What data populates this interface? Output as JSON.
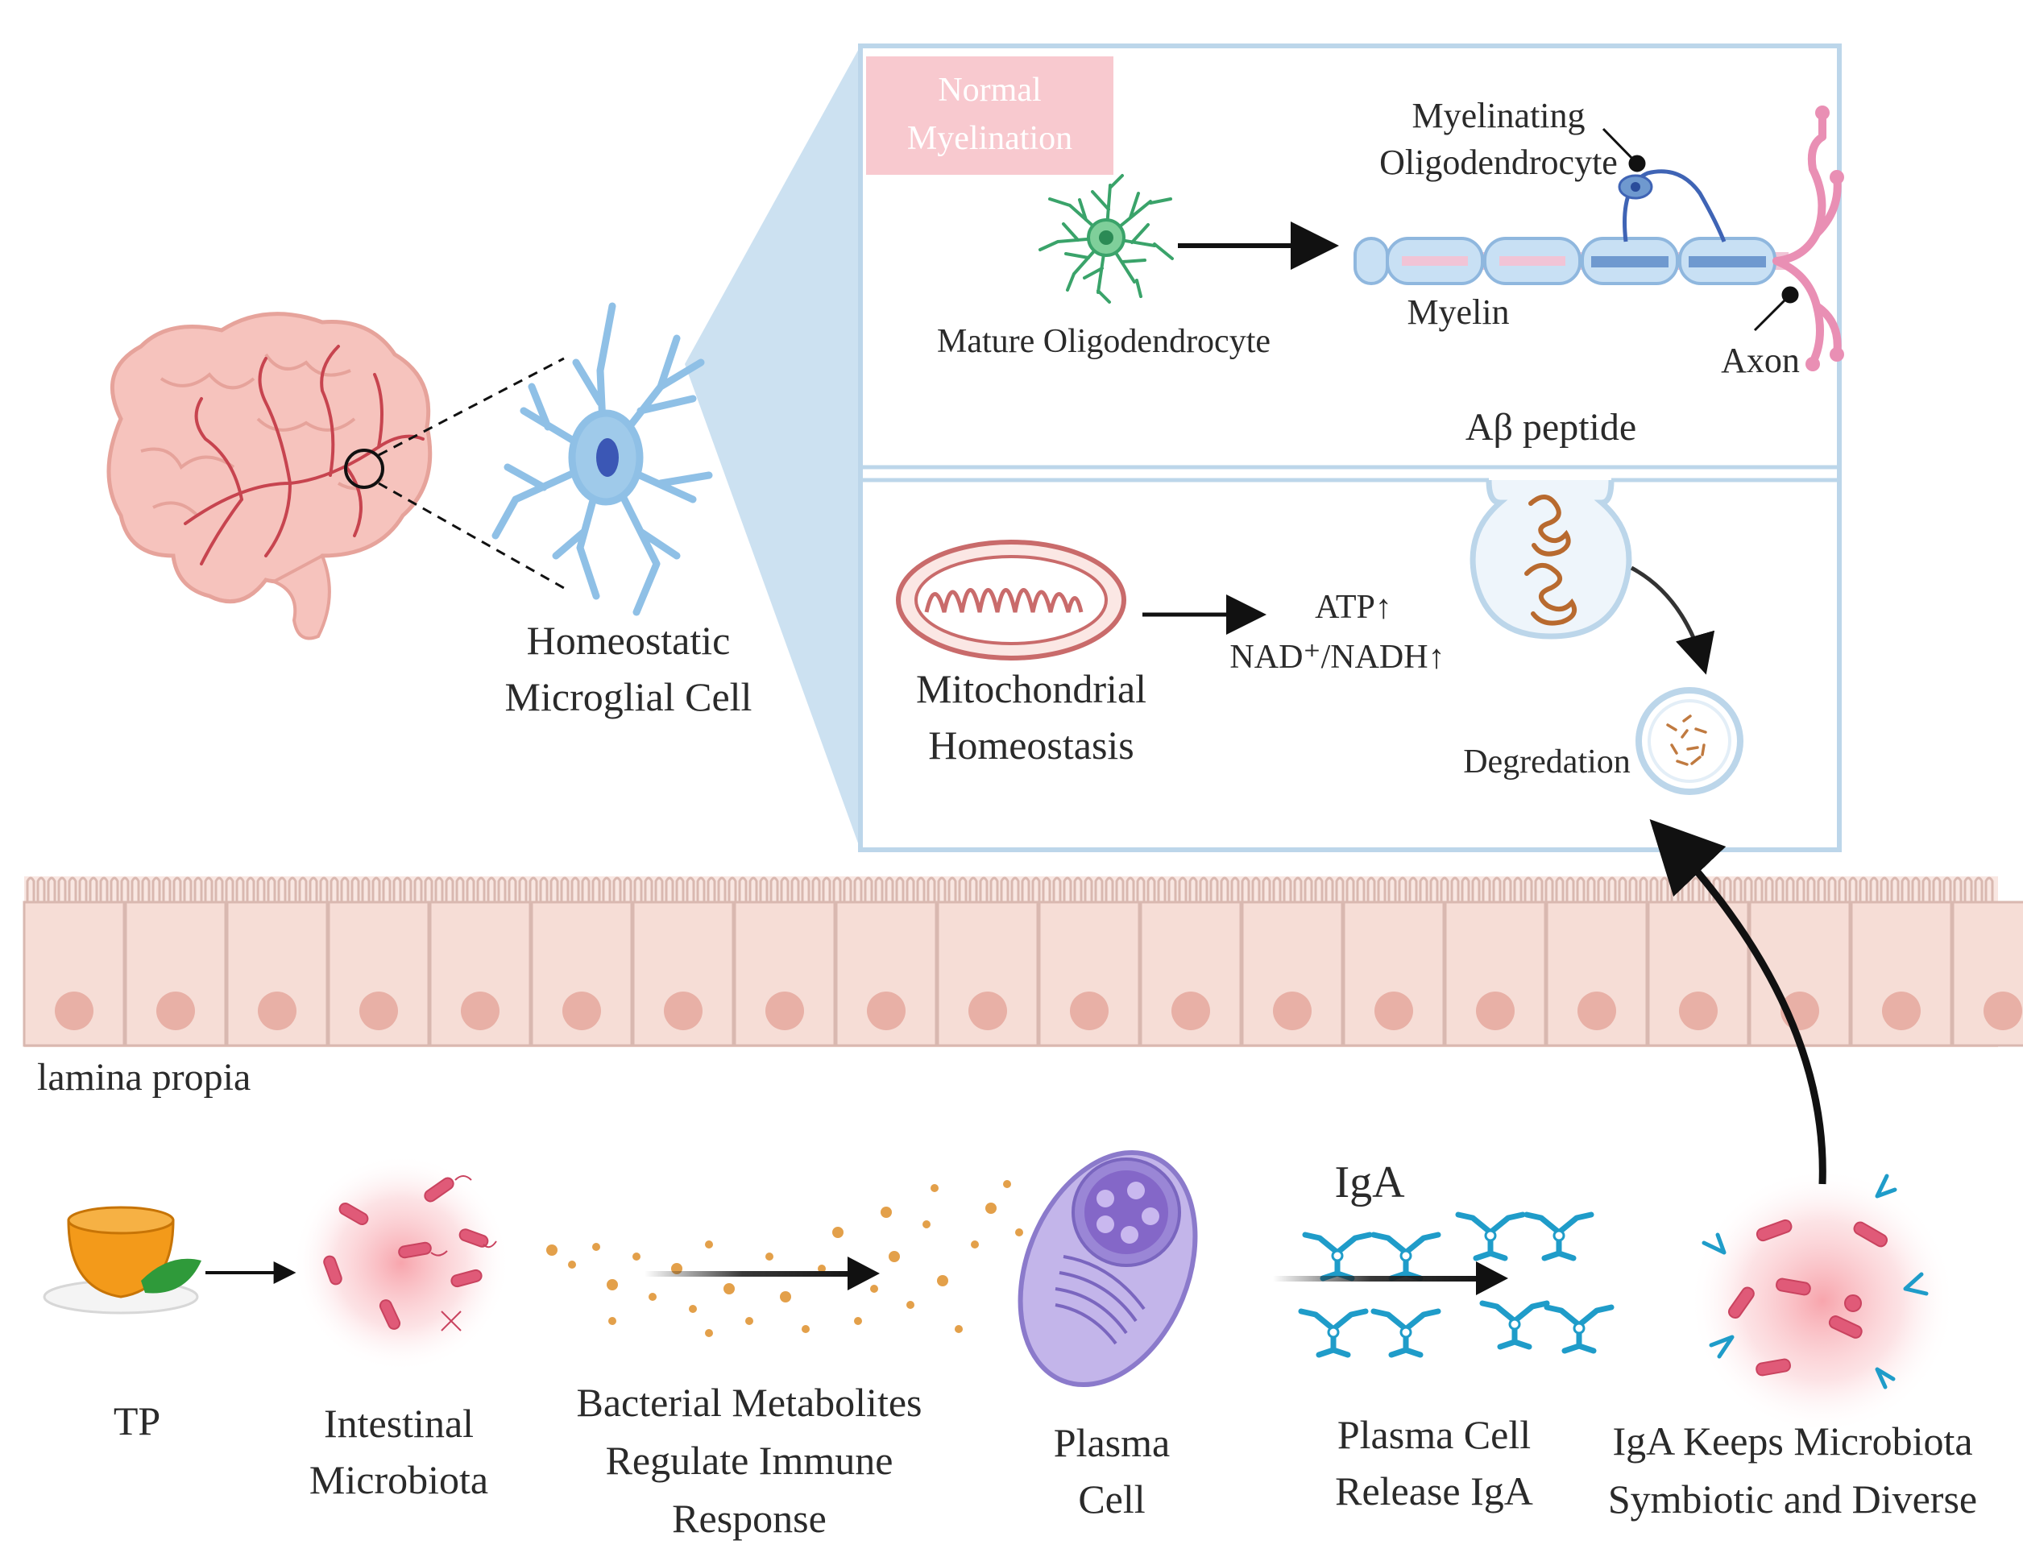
{
  "labels": {
    "normal_myelination_1": "Normal",
    "normal_myelination_2": "Myelination",
    "myelinating_1": "Myelinating",
    "myelinating_2": "Oligodendrocyte",
    "mature_oligo": "Mature Oligodendrocyte",
    "myelin": "Myelin",
    "axon": "Axon",
    "abeta": "Aβ peptide",
    "homeostatic_1": "Homeostatic",
    "homeostatic_2": "Microglial Cell",
    "mito_1": "Mitochondrial",
    "mito_2": "Homeostasis",
    "atp": "ATP↑",
    "nad": "NAD⁺/NADH↑",
    "degradation": "Degredation",
    "lamina": "lamina propia",
    "iga": "IgA",
    "tp": "TP",
    "microbiota_1": "Intestinal",
    "microbiota_2": "Microbiota",
    "metabolites_1": "Bacterial Metabolites",
    "metabolites_2": "Regulate Immune",
    "metabolites_3": "Response",
    "plasma_1": "Plasma",
    "plasma_2": "Cell",
    "release_1": "Plasma Cell",
    "release_2": "Release IgA",
    "keeps_1": "IgA Keeps Microbiota",
    "keeps_2": "Symbiotic and Diverse"
  },
  "colors": {
    "panel_border": "#bcd6ea",
    "panel_fill_left": "#c9dff0",
    "normal_box": "#f8c9cf",
    "brain": "#f3b7b0",
    "brain_vessel": "#c7444f",
    "microglia": "#8fc0e6",
    "oligodendrocyte": "#3aa36a",
    "myelin": "#bcd9f1",
    "axon": "#e98fb4",
    "mitochondria": "#c96b6b",
    "abeta": "#b86a2f",
    "epithelium": "#f2d6cf",
    "nucleus": "#e8b0a6",
    "plasma_cell": "#a996dc",
    "iga": "#1f9cc9",
    "bacteria": "#e05a78"
  }
}
